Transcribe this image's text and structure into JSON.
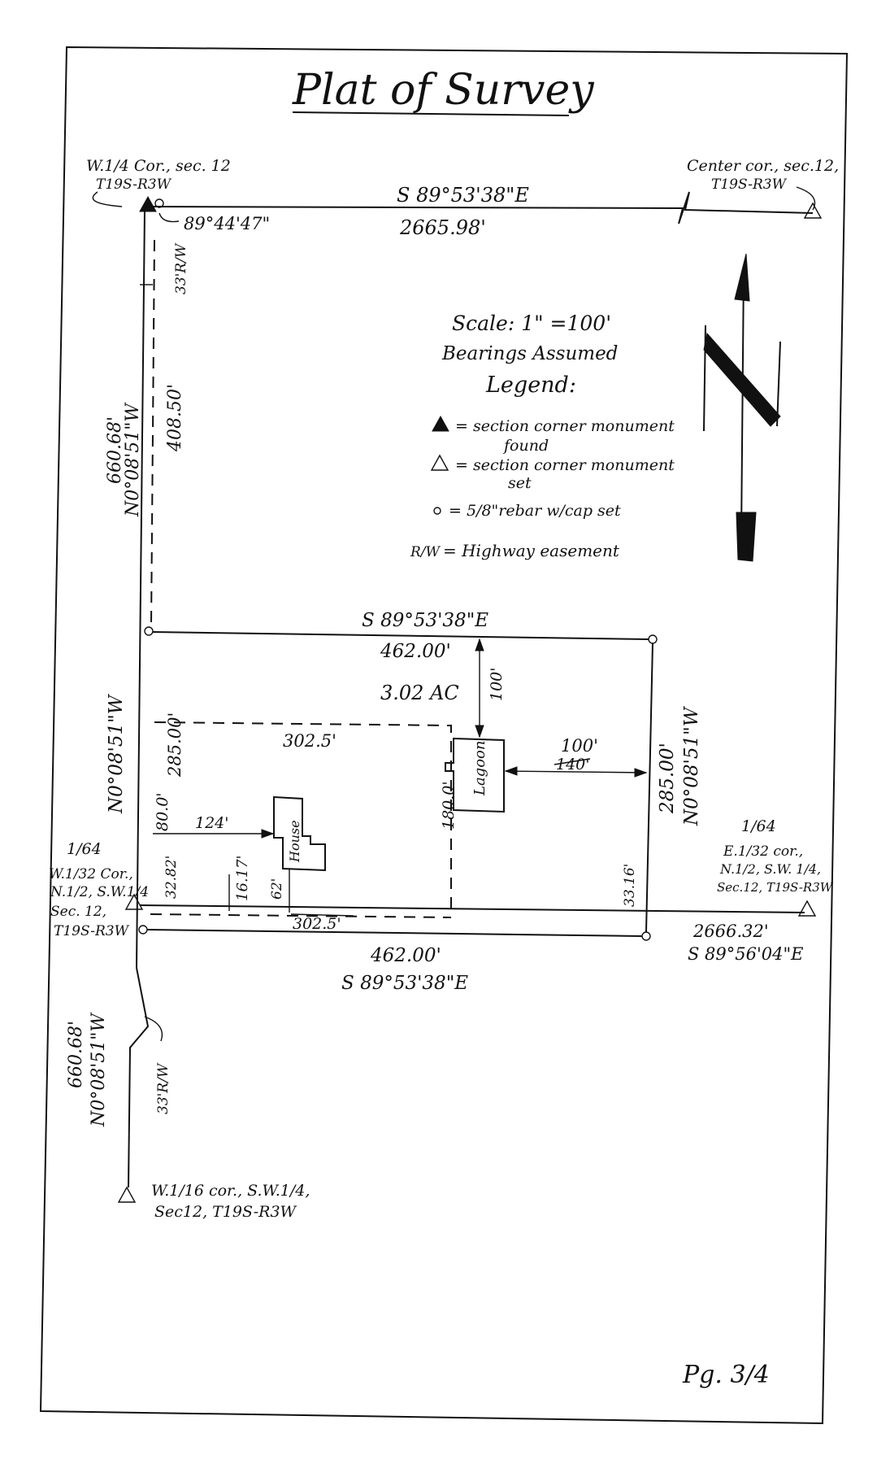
{
  "title": "Plat of Survey",
  "page_number": "Pg. 3/4",
  "corners": {
    "nw": [
      "W.1/4 Cor., sec. 12",
      "T19S-R3W"
    ],
    "ne": [
      "Center cor., sec.12,",
      "T19S-R3W"
    ],
    "w_1_64": [
      "1/64",
      "W.1/32 Cor.,",
      "N.1/2, S.W.1/4",
      "Sec. 12,",
      "T19S-R3W"
    ],
    "e_1_64": [
      "1/64",
      "E.1/32 cor.,",
      "N.1/2, S.W. 1/4,",
      "Sec.12, T19S-R3W"
    ],
    "sw": [
      "W.1/16 cor., S.W.1/4,",
      "Sec12, T19S-R3W"
    ]
  },
  "lines": {
    "north_bearing": "S 89°53'38\"E",
    "north_distance": "2665.98'",
    "nw_angle": "89°44'47\"",
    "row_north": "33'R/W",
    "west_distance_upper": "660.68'",
    "west_bearing_upper": "N0°08'51\"W",
    "west_dist_408": "408.50'",
    "parcel_north_bearing": "S 89°53'38\"E",
    "parcel_north_dist": "462.00'",
    "acreage": "3.02 AC",
    "setback_100_vert": "100'",
    "west_bearing_parcel": "N0°08'51\"W",
    "west_dist_285": "285.00'",
    "dim_302_top": "302.5'",
    "dim_100_horiz": "100'",
    "dim_140_struck": "140'",
    "east_dist_285": "285.00'",
    "east_bearing_parcel": "N0°08'51\"W",
    "dim_80": "80.0'",
    "dim_124": "124'",
    "house_label": "House",
    "lagoon_label": "Lagoon",
    "dim_180": "180.0'",
    "dim_32_82": "32.82'",
    "dim_16_17": "16.17'",
    "dim_62": "62'",
    "dim_302_bottom": "302.5'",
    "dim_33_16": "33.16'",
    "south_line_dist": "2666.32'",
    "south_line_bearing": "S 89°56'04\"E",
    "parcel_south_dist": "462.00'",
    "parcel_south_bearing": "S 89°53'38\"E",
    "west_distance_lower": "660.68'",
    "west_bearing_lower": "N0°08'51\"W",
    "row_south": "33'R/W"
  },
  "legend": {
    "scale": "Scale: 1\" =100'",
    "bearings": "Bearings Assumed",
    "heading": "Legend:",
    "found": "= section corner monument",
    "found_2": "found",
    "set": "= section corner monument",
    "set_2": "set",
    "rebar": "= 5/8\"rebar w/cap set",
    "rw_symbol": "R/W",
    "rw": "= Highway easement"
  },
  "north_arrow_letter": "N"
}
